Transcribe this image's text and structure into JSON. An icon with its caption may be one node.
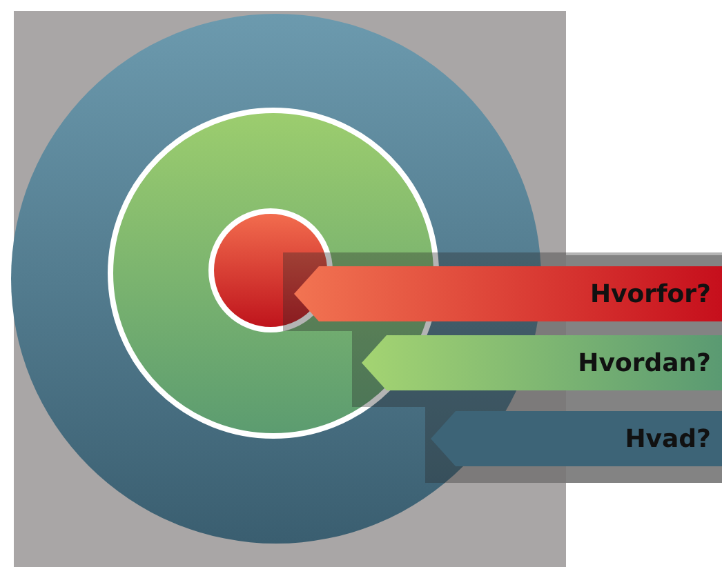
{
  "diagram": {
    "nodes": [
      {
        "text": [],
        "shape": "circle"
      },
      {
        "text": [],
        "shape": "circle",
        "in": 0
      },
      {
        "text": [],
        "shape": "circle",
        "in": 1
      },
      {
        "text": [
          "Hvorfor?"
        ]
      },
      {
        "text": [
          "Hvordan?"
        ]
      },
      {
        "text": [
          "Hvad?"
        ]
      }
    ]
  }
}
